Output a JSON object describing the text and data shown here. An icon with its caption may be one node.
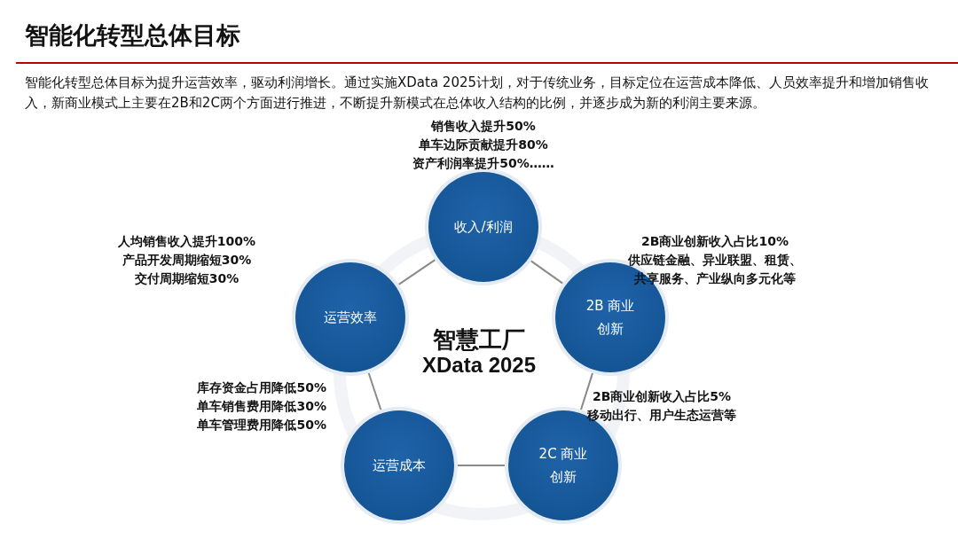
{
  "diagram": {
    "title": "智能化转型总体目标",
    "nodes": [
      {
        "text": [
          "收入/利润"
        ],
        "beside": [
          "销售收入提升50%",
          "单车边际贡献提升80%",
          "资产利润率提升50%……"
        ]
      },
      {
        "text": [
          "运营效率"
        ],
        "beside": [
          "人均销售收入提升100%",
          "产品开发周期缩短30%",
          "交付周期缩短30%"
        ]
      },
      {
        "text": [
          "2B 商业创新"
        ],
        "beside": [
          "2B商业创新收入占比10%",
          "供应链金融、异业联盟、租赁、共享服务、产业纵向多元化等"
        ]
      },
      {
        "text": [
          "运营成本"
        ],
        "beside": [
          "库存资金占用降低50%",
          "单车销售费用降低30%",
          "单车管理费用降低50%"
        ]
      },
      {
        "text": [
          "2C 商业创新"
        ],
        "beside": [
          "2B商业创新收入占比5%",
          "移动出行、用户生态运营等"
        ]
      }
    ],
    "edges": [
      {
        "from": 0,
        "to": 2,
        "arrow": "none"
      },
      {
        "from": 2,
        "to": 4,
        "arrow": "none"
      },
      {
        "from": 4,
        "to": 3,
        "arrow": "none"
      },
      {
        "from": 3,
        "to": 1,
        "arrow": "none"
      },
      {
        "from": 1,
        "to": 0,
        "arrow": "none"
      }
    ],
    "labels": [
      "智能化转型总体目标为提升运营效率，驱动利润增长。通过实施XData 2025计划，对于传统业务，目标定位在运营成本降低、人员效率提升和增加销售收入，新商业模式上主要在2B和2C两个方面进行推进，不断提升新模式在总体收入结构的比例，并逐步成为新的利润主要来源。",
      "智慧工厂",
      "XData 2025"
    ]
  }
}
